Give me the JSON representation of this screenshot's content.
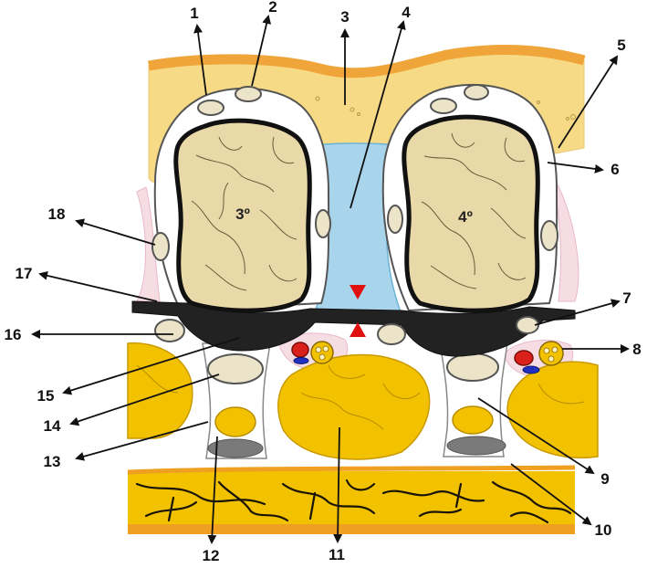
{
  "labels": [
    "1",
    "2",
    "3",
    "4",
    "5",
    "6",
    "7",
    "8",
    "9",
    "10",
    "11",
    "12",
    "13",
    "14",
    "15",
    "16",
    "17",
    "18"
  ],
  "bones": {
    "third": "3º",
    "fourth": "4º"
  },
  "colors": {
    "skin_fill": "#f6da86",
    "skin_border": "#efa53a",
    "bone_fill": "#ead9a8",
    "interspace_blue": "#a8d5ec",
    "ligament_black": "#222222",
    "tendon_yellow": "#f2c200",
    "marker_red": "#e01010"
  }
}
